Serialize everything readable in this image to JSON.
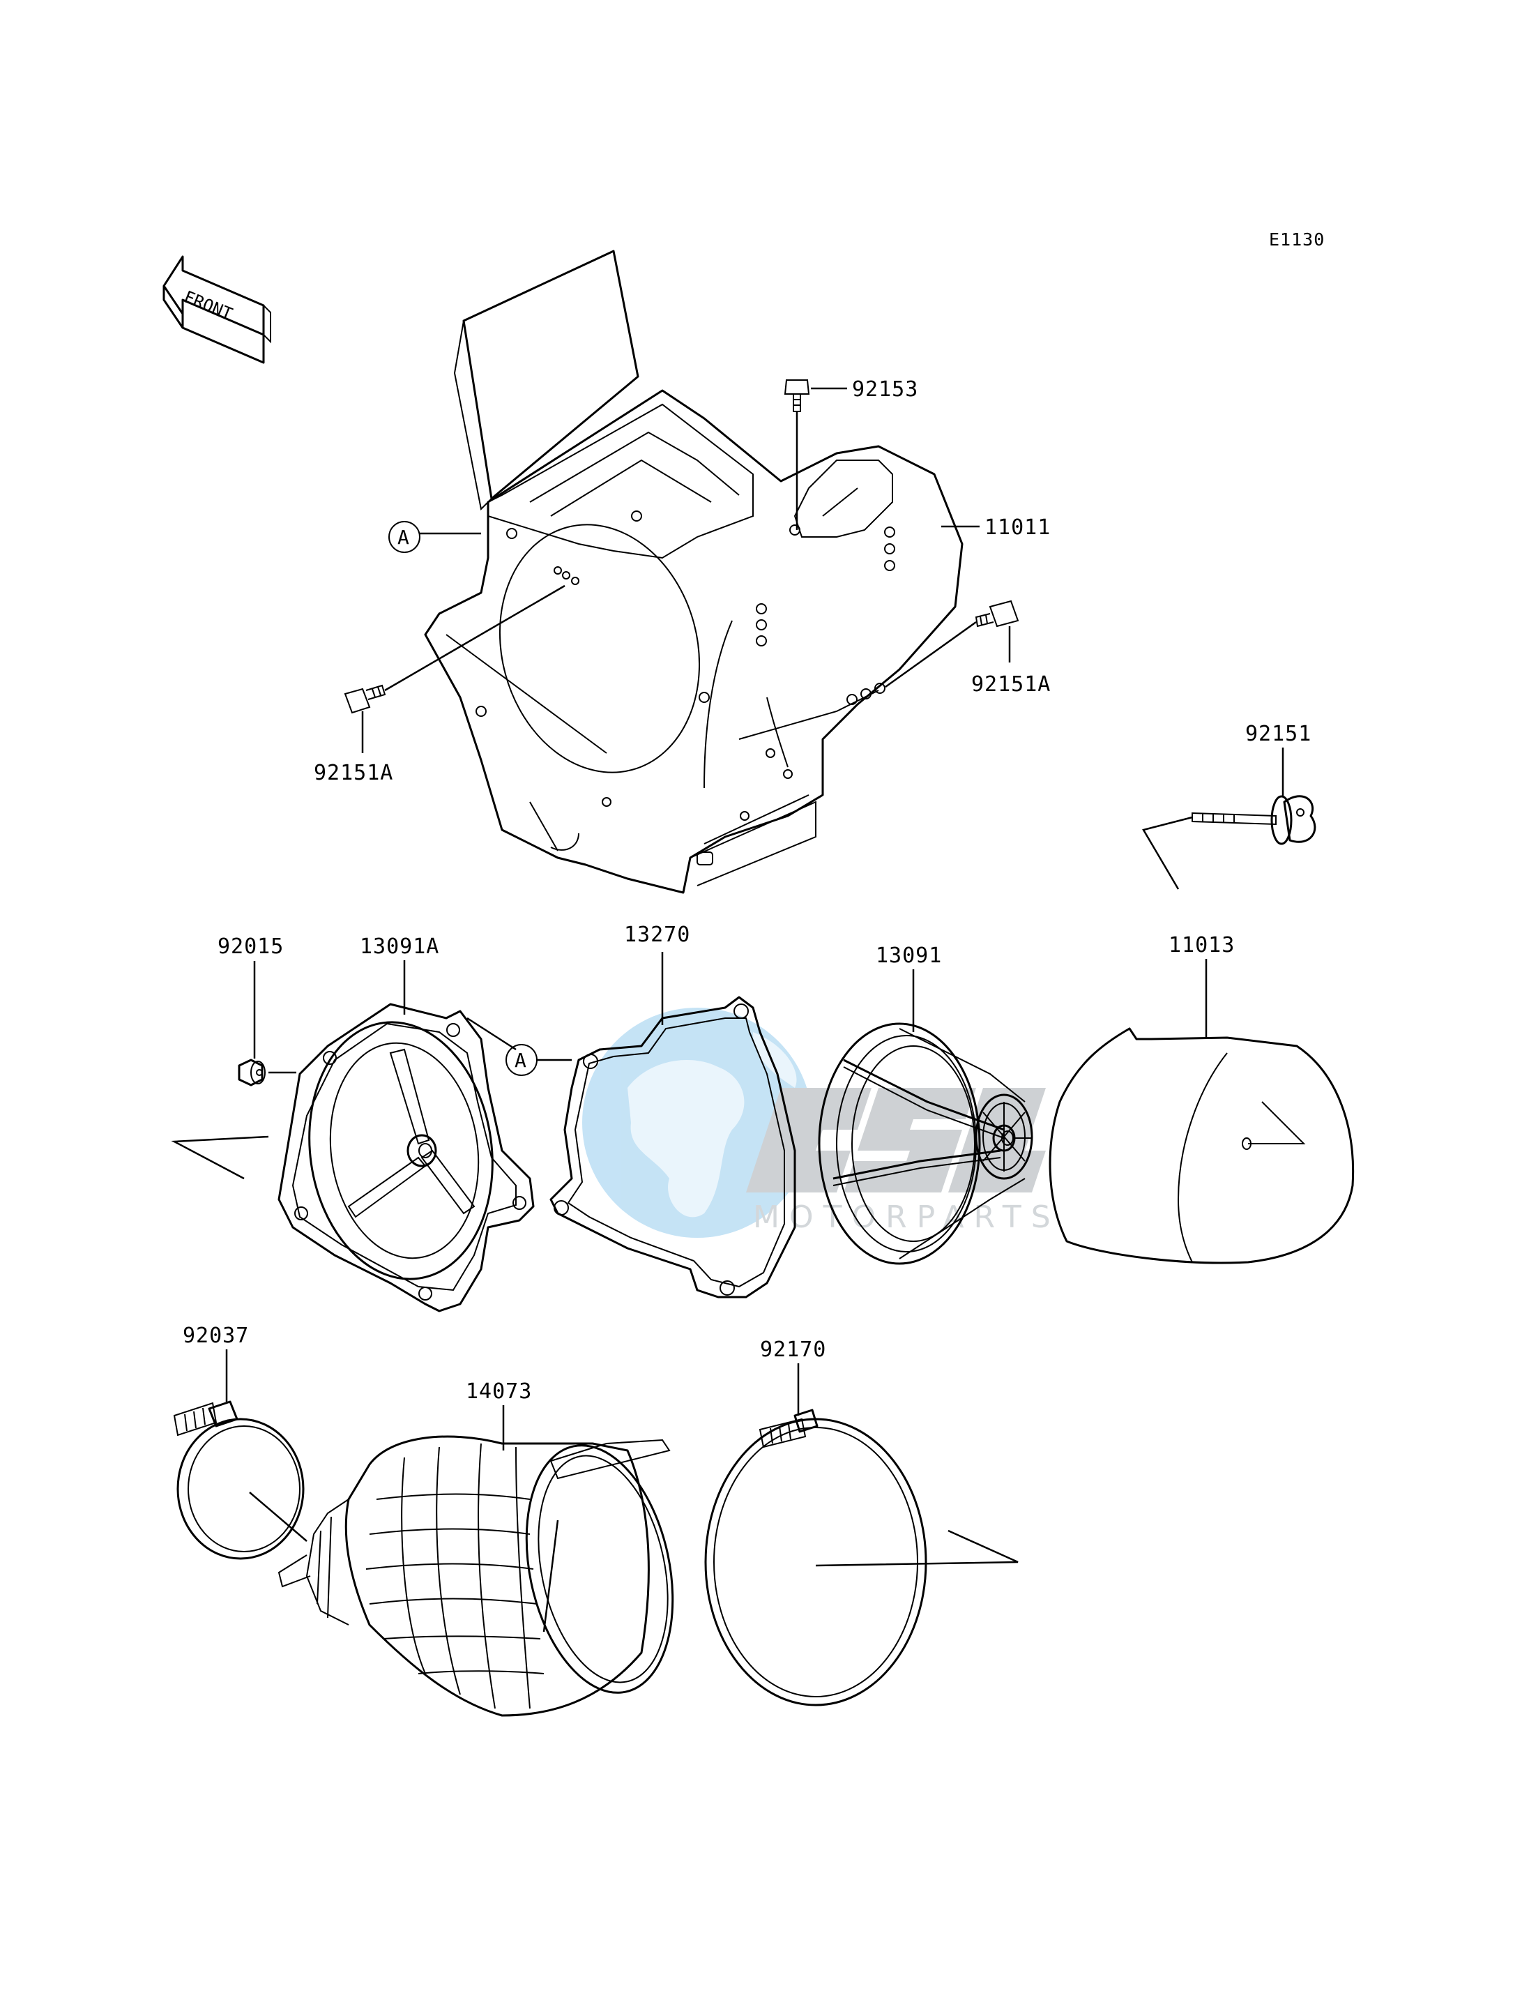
{
  "diagram": {
    "code": "E1130",
    "front_arrow": "FRONT",
    "reference_mark": "A",
    "parts": [
      {
        "id": "92153",
        "label": "92153"
      },
      {
        "id": "11011",
        "label": "11011"
      },
      {
        "id": "92151A-right",
        "label": "92151A"
      },
      {
        "id": "92151A-left",
        "label": "92151A"
      },
      {
        "id": "92151",
        "label": "92151"
      },
      {
        "id": "92015",
        "label": "92015"
      },
      {
        "id": "13091A",
        "label": "13091A"
      },
      {
        "id": "13270",
        "label": "13270"
      },
      {
        "id": "13091",
        "label": "13091"
      },
      {
        "id": "11013",
        "label": "11013"
      },
      {
        "id": "92037",
        "label": "92037"
      },
      {
        "id": "14073",
        "label": "14073"
      },
      {
        "id": "92170",
        "label": "92170"
      }
    ]
  },
  "watermark": {
    "logo_text": "CMS",
    "subtitle": "MOTORPARTS",
    "colors": {
      "globe": "#bfe0f5",
      "land": "#e8f4fc",
      "letters": "#c9cdd0"
    }
  }
}
